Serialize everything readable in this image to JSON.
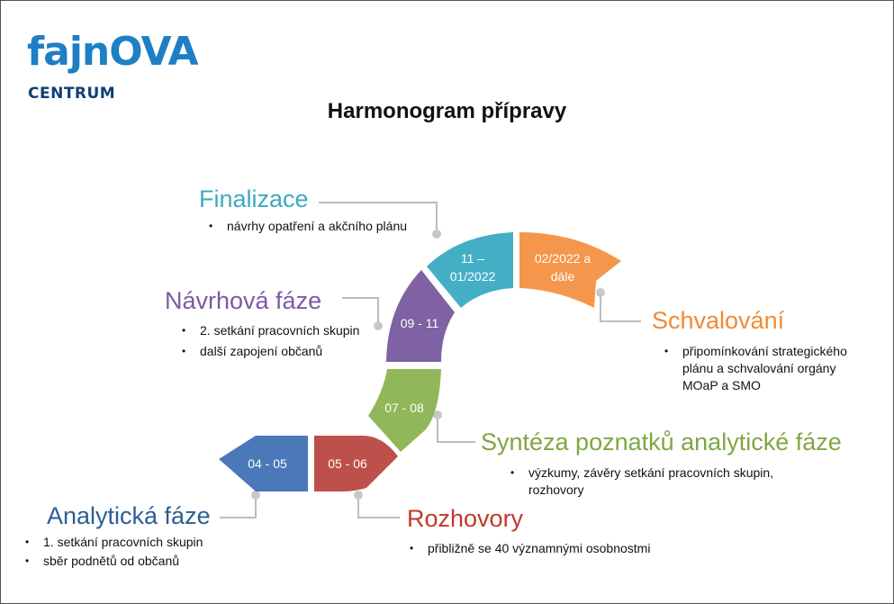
{
  "logo": {
    "main_prefix": "fajn",
    "main_suffix": "OVA",
    "sub": "CENTRUM"
  },
  "title": "Harmonogram přípravy",
  "segments": [
    {
      "label": "04 - 05",
      "color": "#4a78b9"
    },
    {
      "label": "05 - 06",
      "color": "#bd504a"
    },
    {
      "label": "07 - 08",
      "color": "#90b75a"
    },
    {
      "label": "09 - 11",
      "color": "#7e62a3"
    },
    {
      "label_line1": "11 –",
      "label_line2": "01/2022",
      "color": "#44afc4"
    },
    {
      "label_line1": "02/2022 a",
      "label_line2": "dále",
      "color": "#f4974d"
    }
  ],
  "phases": [
    {
      "name": "Finalizace",
      "color": "#3fa9c1",
      "bullets": [
        "návrhy opatření a akčního plánu"
      ]
    },
    {
      "name": "Návrhová fáze",
      "color": "#7b5aa6",
      "bullets": [
        "2. setkání pracovních skupin",
        "další zapojení občanů"
      ]
    },
    {
      "name": "Schvalování",
      "color": "#f08a36",
      "bullets": [
        "připomínkování strategického plánu a schvalování orgány MOaP a SMO"
      ]
    },
    {
      "name": "Syntéza poznatků analytické fáze",
      "color": "#7ea743",
      "bullets": [
        "výzkumy, závěry setkání pracovních skupin, rozhovory"
      ]
    },
    {
      "name": "Rozhovory",
      "color": "#c0392b",
      "bullets": [
        "přibližně se 40 významnými osobnostmi"
      ]
    },
    {
      "name": "Analytická fáze",
      "color": "#2c5e93",
      "bullets": [
        "1. setkání pracovních skupin",
        "sběr podnětů od občanů"
      ]
    }
  ]
}
